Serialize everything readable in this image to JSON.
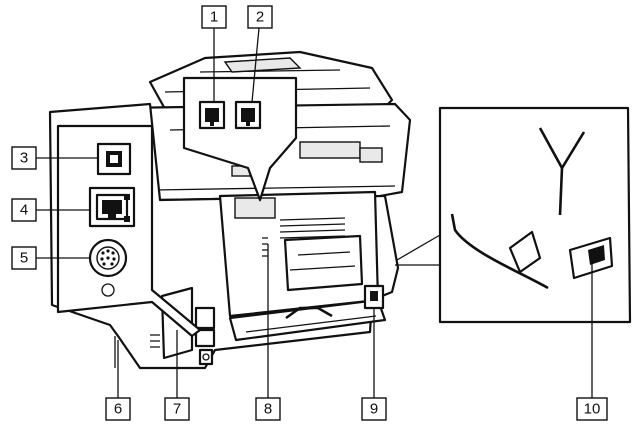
{
  "figure": {
    "description_labels": []
  },
  "callouts": [
    {
      "id": "1",
      "label": "1"
    },
    {
      "id": "2",
      "label": "2"
    },
    {
      "id": "3",
      "label": "3"
    },
    {
      "id": "4",
      "label": "4"
    },
    {
      "id": "5",
      "label": "5"
    },
    {
      "id": "6",
      "label": "6"
    },
    {
      "id": "7",
      "label": "7"
    },
    {
      "id": "8",
      "label": "8"
    },
    {
      "id": "9",
      "label": "9"
    },
    {
      "id": "10",
      "label": "10"
    }
  ],
  "colors": {
    "line": "#111111",
    "fill": "#ffffff",
    "shade": "#e9e9e9"
  }
}
